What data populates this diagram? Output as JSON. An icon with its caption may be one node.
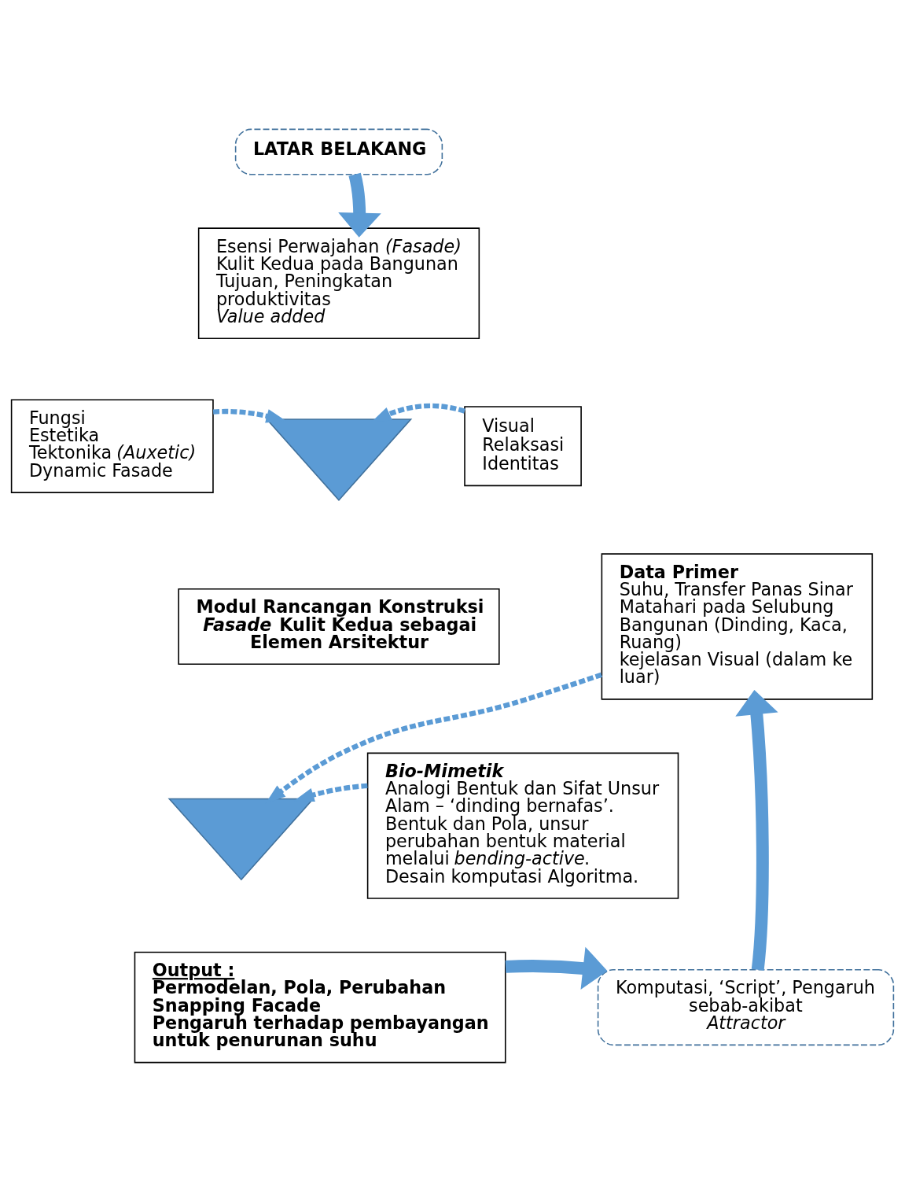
{
  "diagram": {
    "nodes": [
      {
        "text": [
          "LATAR BELAKANG"
        ]
      },
      {
        "text": [
          "Esensi Perwajahan *(Fasade)* Kulit Kedua pada Bangunan",
          "Tujuan, Peningkatan produktivitas",
          "*Value added*"
        ]
      },
      {
        "text": [
          "Fungsi",
          "Estetika",
          "Tektonika *(Auxetic)*",
          "Dynamic Fasade"
        ]
      },
      {
        "text": [],
        "shape": "arrow"
      },
      {
        "text": [
          "Visual",
          "Relaksasi",
          "Identitas"
        ]
      },
      {
        "text": [
          "Modul Rancangan Konstruksi *Fasade* Kulit Kedua sebagai Elemen Arsitektur"
        ]
      },
      {
        "text": [
          "Data Primer",
          "Suhu, Transfer Panas Sinar Matahari pada Selubung Bangunan (Dinding, Kaca, Ruang)",
          "kejelasan Visual (dalam ke luar)"
        ]
      },
      {
        "text": [
          "Bio-Mimetik",
          "Analogi Bentuk dan Sifat Unsur Alam – ‘dinding bernafas’.",
          "Bentuk dan Pola, unsur perubahan bentuk material melalui *bending-active*.",
          "Desain komputasi Algoritma."
        ]
      },
      {
        "text": [],
        "shape": "arrow"
      },
      {
        "text": [
          "Komputasi, ‘Script’, Pengaruh sebab-akibat",
          "Attractor"
        ]
      },
      {
        "text": [
          "Output :",
          "Permodelan, Pola, Perubahan Snapping Facade",
          "Pengaruh terhadap pembayangan untuk penurunan suhu"
        ]
      }
    ],
    "edges": [
      {
        "from": 0,
        "to": 1,
        "arrow": "to",
        "style": "thick"
      },
      {
        "from": 2,
        "to": 3,
        "arrow": "to",
        "style": "dashed"
      },
      {
        "from": 4,
        "to": 3,
        "arrow": "to",
        "style": "dashed"
      },
      {
        "from": 7,
        "to": 8,
        "arrow": "to",
        "style": "dashed"
      },
      {
        "from": 6,
        "to": 8,
        "arrow": "to",
        "style": "dashed"
      },
      {
        "from": 10,
        "to": 9,
        "arrow": "to",
        "style": "thick"
      },
      {
        "from": 9,
        "to": 6,
        "arrow": "to",
        "style": "thick"
      }
    ]
  }
}
